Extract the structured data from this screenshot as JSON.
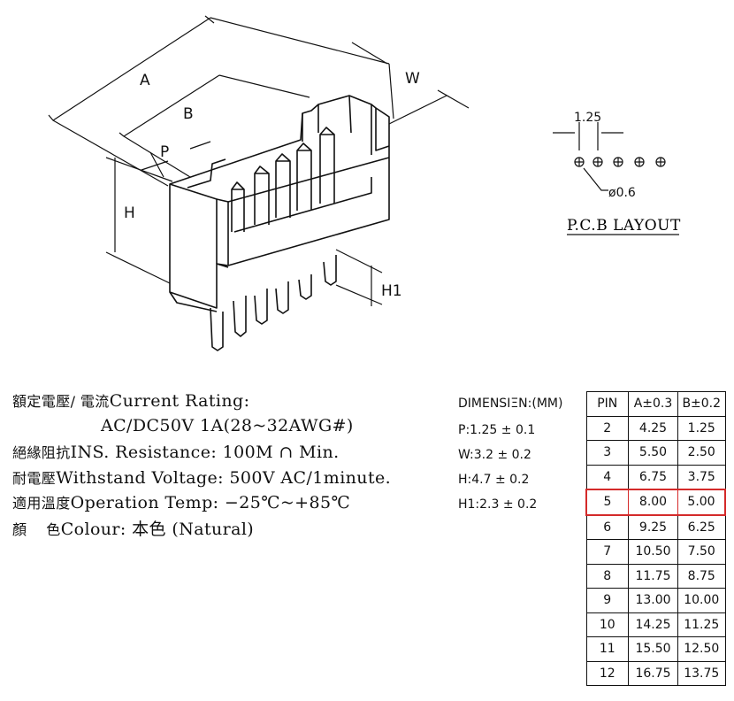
{
  "drawing": {
    "label_a": "A",
    "label_b": "B",
    "label_p": "P",
    "label_w": "W",
    "label_h": "H",
    "label_h1": "H1"
  },
  "pcb_layout": {
    "pitch": "1.25",
    "hole": "ø0.6",
    "title": "P.C.B LAYOUT"
  },
  "specs": [
    {
      "zh": "額定電壓/ 電流",
      "en": "Current  Rating:"
    },
    {
      "zh": "",
      "en": "AC/DC50V  1A(28~32AWG#)"
    },
    {
      "zh": "絕緣阻抗",
      "en": "INS. Resistance: 100M ∩ Min."
    },
    {
      "zh": "耐電壓",
      "en": "Withstand  Voltage:  500V  AC/1minute."
    },
    {
      "zh": "適用溫度",
      "en": "Operation  Temp: −25℃~+85℃"
    },
    {
      "zh": "顏　 色",
      "en": "Colour: 本色 (Natural)"
    }
  ],
  "dimensions": {
    "title": "DIMENSIΞN:(MM)",
    "items": [
      "P:1.25 ± 0.1",
      "W:3.2 ± 0.2",
      "H:4.7 ± 0.2",
      "H1:2.3 ± 0.2"
    ]
  },
  "pin_table": {
    "headers": [
      "PIN",
      "A±0.3",
      "B±0.2"
    ],
    "rows": [
      [
        "2",
        "4.25",
        "1.25"
      ],
      [
        "3",
        "5.50",
        "2.50"
      ],
      [
        "4",
        "6.75",
        "3.75"
      ],
      [
        "5",
        "8.00",
        "5.00"
      ],
      [
        "6",
        "9.25",
        "6.25"
      ],
      [
        "7",
        "10.50",
        "7.50"
      ],
      [
        "8",
        "11.75",
        "8.75"
      ],
      [
        "9",
        "13.00",
        "10.00"
      ],
      [
        "10",
        "14.25",
        "11.25"
      ],
      [
        "11",
        "15.50",
        "12.50"
      ],
      [
        "12",
        "16.75",
        "13.75"
      ]
    ],
    "highlight_pin": "5",
    "highlight_color": "#d42a2a"
  }
}
